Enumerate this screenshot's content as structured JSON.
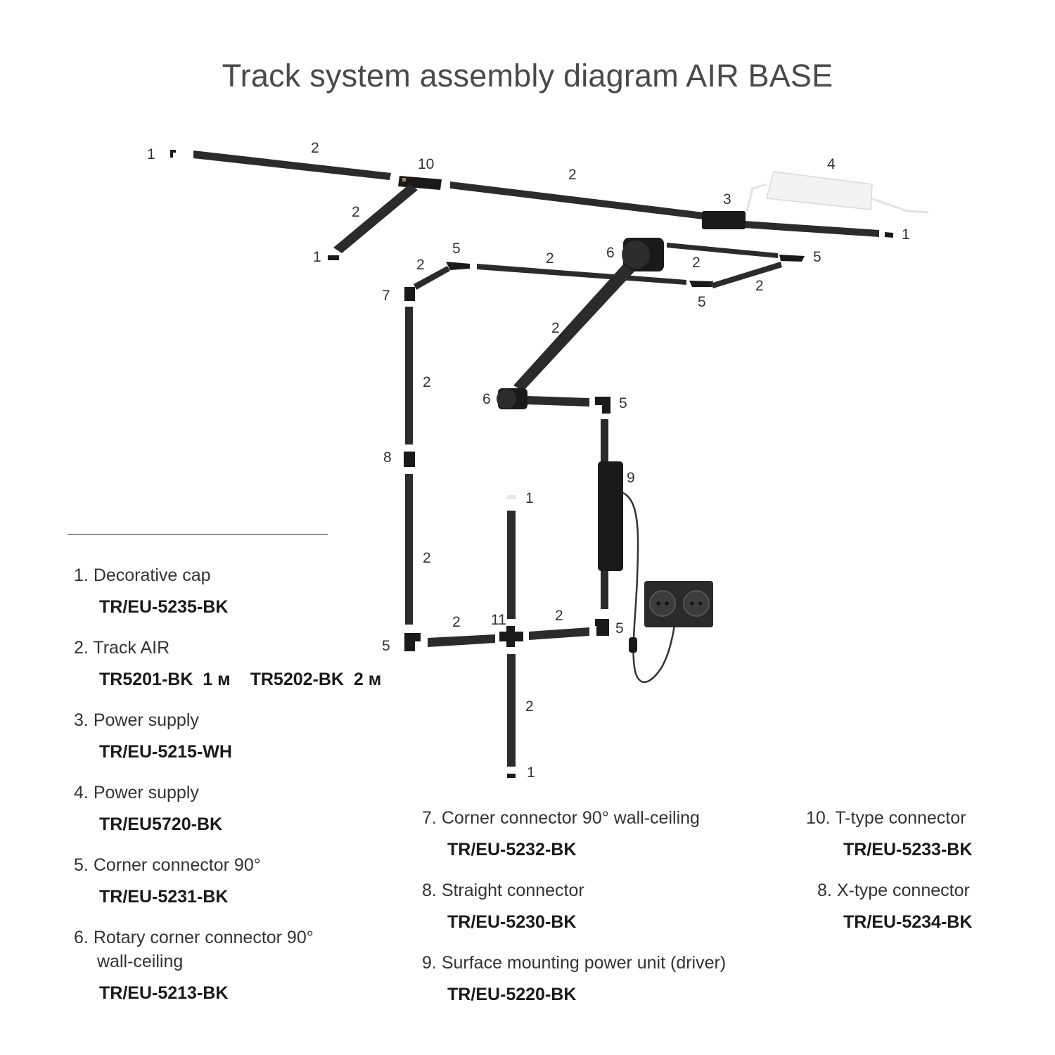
{
  "title": "Track system assembly diagram AIR BASE",
  "diagram_labels": {
    "cap_top_left": "1",
    "track_top_left": "2",
    "t_connector": "10",
    "track_top_mid": "2",
    "power_supply_3": "3",
    "power_supply_4": "4",
    "cap_top_right": "1",
    "track_diag_left": "2",
    "cap_diag_left": "1",
    "corner_5_a": "5",
    "track_5a": "2",
    "track_mid_rect": "2",
    "rotary_6_top": "6",
    "track_right_top": "2",
    "corner_5_b": "5",
    "track_right_diag": "2",
    "corner_5_c": "5",
    "corner_7": "7",
    "track_long_diag": "2",
    "track_vert_top": "2",
    "rotary_6_bottom": "6",
    "corner_5_d": "5",
    "straight_8": "8",
    "driver_9": "9",
    "cap_vert_top": "1",
    "track_vert_bottom": "2",
    "track_h_left": "2",
    "x_connector_11": "11",
    "track_h_right": "2",
    "corner_5_e": "5",
    "corner_5_f": "5",
    "track_vert_down": "2",
    "cap_bottom": "1"
  },
  "legend": [
    {
      "num": "1.",
      "name": "Decorative cap",
      "codes": [
        "TR/EU-5235-BK"
      ]
    },
    {
      "num": "2.",
      "name": "Track AIR",
      "codes": [
        "TR5201-BK  1 м",
        "TR5202-BK  2 м"
      ]
    },
    {
      "num": "3.",
      "name": "Power supply",
      "codes": [
        "TR/EU-5215-WH"
      ]
    },
    {
      "num": "4.",
      "name": "Power supply",
      "codes": [
        "TR/EU5720-BK"
      ]
    },
    {
      "num": "5.",
      "name": "Corner connector 90°",
      "codes": [
        "TR/EU-5231-BK"
      ]
    },
    {
      "num": "6.",
      "name": "Rotary corner connector 90°",
      "name2": "wall-ceiling",
      "codes": [
        "TR/EU-5213-BK"
      ]
    },
    {
      "num": "7.",
      "name": "Corner connector 90° wall-ceiling",
      "codes": [
        "TR/EU-5232-BK"
      ]
    },
    {
      "num": "8.",
      "name": "Straight connector",
      "codes": [
        "TR/EU-5230-BK"
      ]
    },
    {
      "num": "9.",
      "name": "Surface mounting power unit (driver)",
      "codes": [
        "TR/EU-5220-BK"
      ]
    },
    {
      "num": "10.",
      "name": "T-type connector",
      "codes": [
        "TR/EU-5233-BK"
      ]
    },
    {
      "num": "8.",
      "name": "X-type connector",
      "codes": [
        "TR/EU-5234-BK"
      ]
    }
  ]
}
